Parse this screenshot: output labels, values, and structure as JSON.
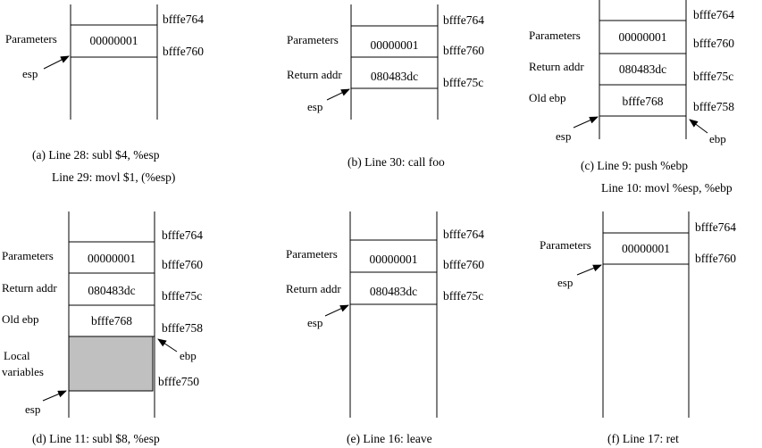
{
  "labels": {
    "parameters": "Parameters",
    "return_addr": "Return addr",
    "old_ebp": "Old ebp",
    "local_line1": "Local",
    "local_line2": "variables",
    "esp": "esp",
    "ebp": "ebp"
  },
  "colors": {
    "line": "#000000",
    "local_fill": "#c0c0c0"
  },
  "panels": [
    {
      "id": "a",
      "captions": [
        "(a) Line 28: subl $4, %esp",
        "Line 29: movl $1, (%esp)"
      ],
      "addresses": [
        "bfffe764",
        "bfffe760"
      ],
      "cells": [
        "00000001"
      ]
    },
    {
      "id": "b",
      "captions": [
        "(b) Line 30: call foo"
      ],
      "addresses": [
        "bfffe764",
        "bfffe760",
        "bfffe75c"
      ],
      "cells": [
        "00000001",
        "080483dc"
      ]
    },
    {
      "id": "c",
      "captions": [
        "(c) Line 9: push %ebp",
        "Line 10: movl %esp, %ebp"
      ],
      "addresses": [
        "bfffe764",
        "bfffe760",
        "bfffe75c",
        "bfffe758"
      ],
      "cells": [
        "00000001",
        "080483dc",
        "bfffe768"
      ]
    },
    {
      "id": "d",
      "captions": [
        "(d) Line 11: subl $8, %esp"
      ],
      "addresses": [
        "bfffe764",
        "bfffe760",
        "bfffe75c",
        "bfffe758",
        "bfffe750"
      ],
      "cells": [
        "00000001",
        "080483dc",
        "bfffe768",
        ""
      ]
    },
    {
      "id": "e",
      "captions": [
        "(e) Line 16: leave"
      ],
      "addresses": [
        "bfffe764",
        "bfffe760",
        "bfffe75c"
      ],
      "cells": [
        "00000001",
        "080483dc"
      ]
    },
    {
      "id": "f",
      "captions": [
        "(f) Line 17: ret"
      ],
      "addresses": [
        "bfffe764",
        "bfffe760"
      ],
      "cells": [
        "00000001"
      ]
    }
  ]
}
